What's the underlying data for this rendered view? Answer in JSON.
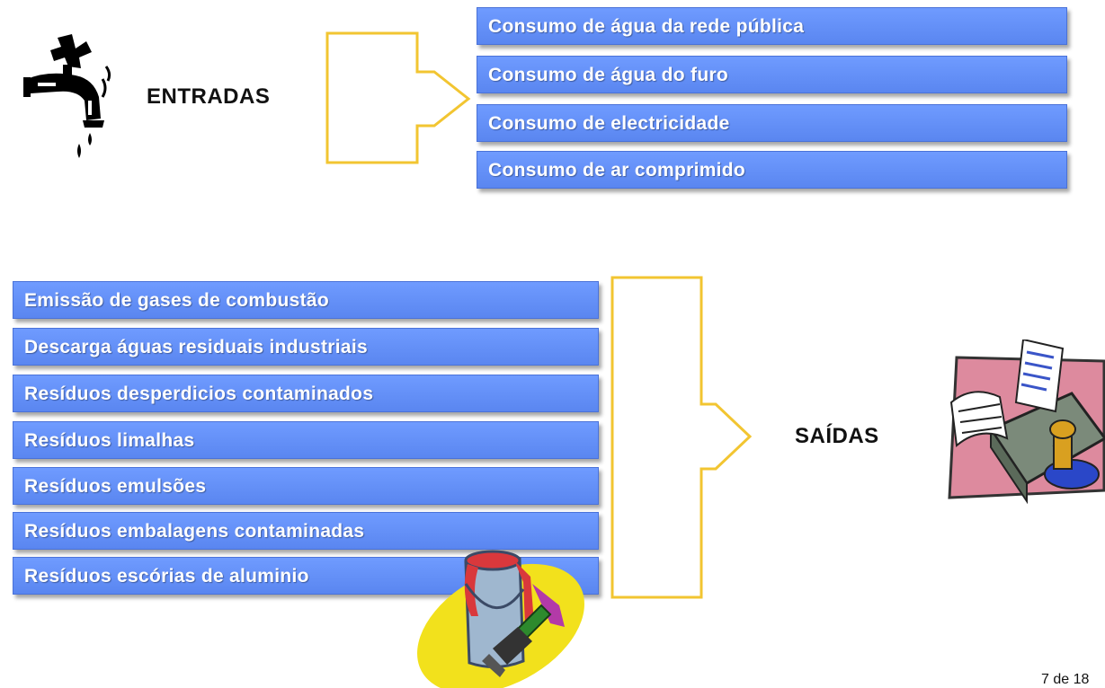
{
  "inputs": {
    "title": "ENTRADAS",
    "items": [
      "Consumo de água da rede pública",
      "Consumo de água do furo",
      "Consumo de electricidade",
      "Consumo de ar comprimido"
    ]
  },
  "outputs": {
    "title": "SAÍDAS",
    "items": [
      "Emissão de gases de combustão",
      "Descarga  águas residuais industriais",
      "Resíduos desperdicios contaminados",
      "Resíduos limalhas",
      "Resíduos  emulsões",
      "Resíduos  embalagens contaminadas",
      "Resíduos  escórias de aluminio"
    ]
  },
  "footer": {
    "page": "7 de 18"
  },
  "colors": {
    "bar": "#5f8cf5",
    "arrow": "#f2c531",
    "text": "#111111"
  },
  "icons": [
    "faucet-icon",
    "paint-bucket-icon",
    "in-out-tray-icon"
  ]
}
